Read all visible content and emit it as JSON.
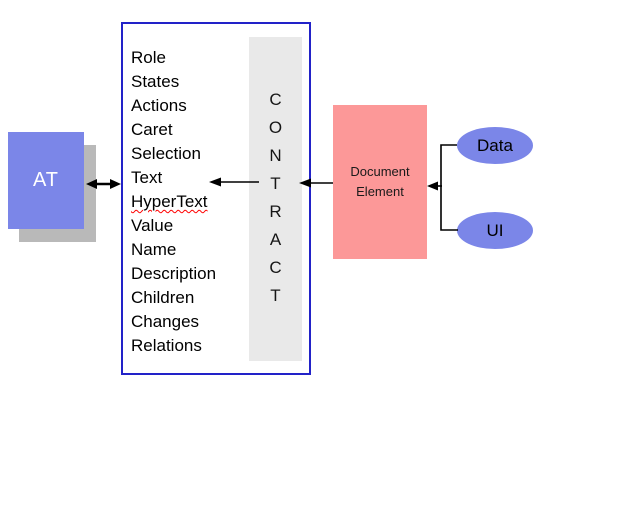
{
  "diagram": {
    "at_node": {
      "label": "AT"
    },
    "contract_node": {
      "items": [
        "Role",
        "States",
        "Actions",
        "Caret",
        "Selection",
        "Text",
        "HyperText",
        "Value",
        "Name",
        "Description",
        "Children",
        "Changes",
        "Relations"
      ],
      "misspelled_item": "HyperText",
      "vertical_label": "CONTRACT",
      "vertical_label_letters": [
        "C",
        "O",
        "N",
        "T",
        "R",
        "A",
        "C",
        "T"
      ]
    },
    "document_element_node": {
      "line1": "Document",
      "line2": "Element"
    },
    "data_node": {
      "label": "Data"
    },
    "ui_node": {
      "label": "UI"
    },
    "colors": {
      "node_blue": "#7b86e8",
      "node_pink": "#fc9898",
      "box_border_blue": "#2222c8",
      "strip_gray": "#e9e9e9",
      "shadow_gray": "#b9b9b9",
      "misspell_underline": "#ff0000",
      "line_black": "#000000"
    }
  }
}
